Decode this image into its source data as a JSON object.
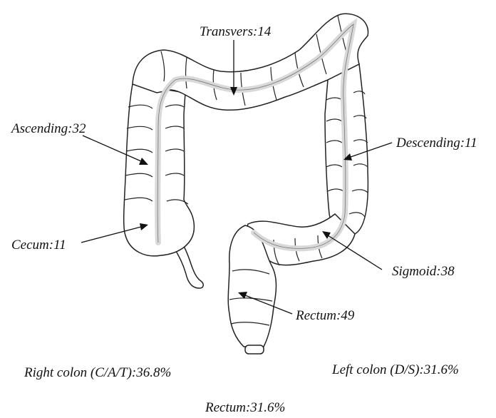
{
  "labels": {
    "transvers": "Transvers:14",
    "ascending": "Ascending:32",
    "descending": "Descending:11",
    "cecum": "Cecum:11",
    "sigmoid": "Sigmoid:38",
    "rectum": "Rectum:49"
  },
  "summary": {
    "right_colon": "Right colon (C/A/T):36.8%",
    "left_colon": "Left colon (D/S):31.6%",
    "rectum": "Rectum:31.6%"
  },
  "colors": {
    "ink": "#111111",
    "lumen": "#d9d9d9",
    "background": "#ffffff"
  }
}
